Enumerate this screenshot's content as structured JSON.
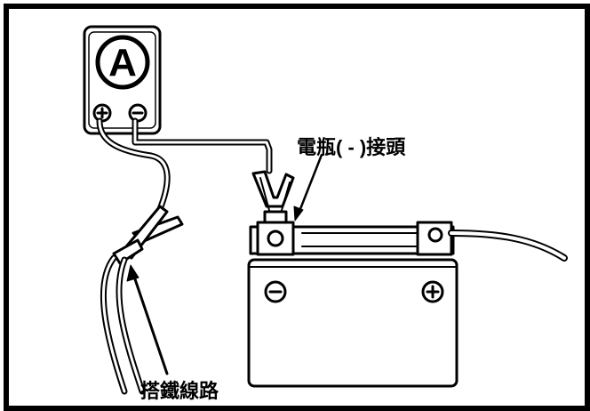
{
  "meter": {
    "symbol": "A"
  },
  "labels": {
    "battery_terminal": "電瓶( - )接頭",
    "ground_line": "搭鐵線路"
  },
  "colors": {
    "ink": "#000000",
    "paper": "#ffffff"
  }
}
